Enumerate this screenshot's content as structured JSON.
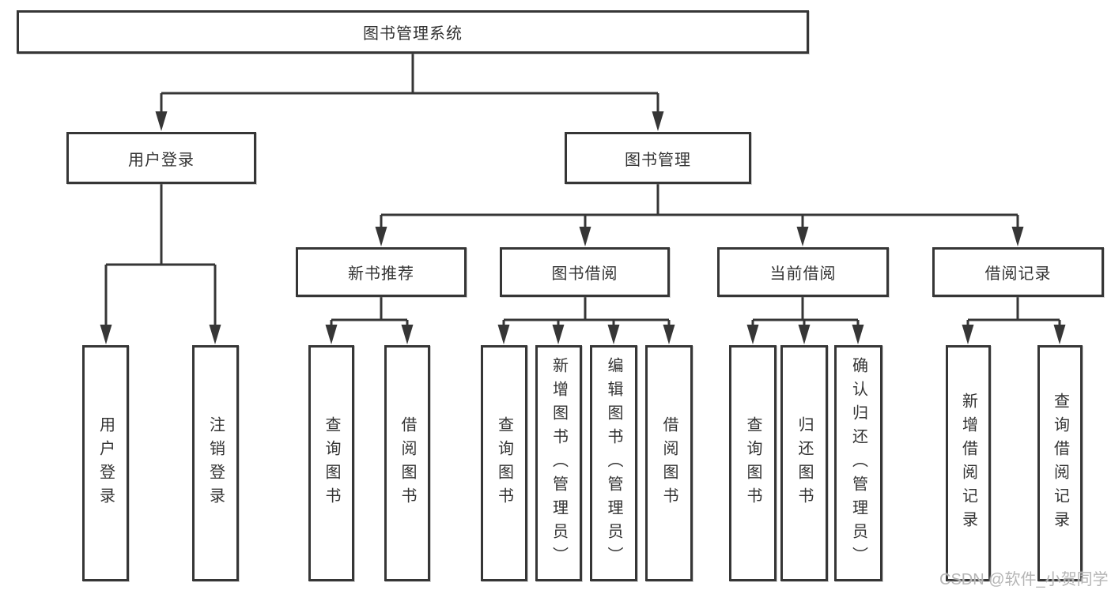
{
  "meta": {
    "watermark": "CSDN @软件_小贺同学"
  },
  "colors": {
    "line": "#363636",
    "text": "#333333",
    "box_background": "#ffffff",
    "watermark": "#b5b5b5",
    "page_background": "#ffffff"
  },
  "tree": {
    "root": {
      "label": "图书管理系统"
    },
    "branches": [
      {
        "label": "用户登录",
        "children": [
          {
            "label": "用户登录"
          },
          {
            "label": "注销登录"
          }
        ]
      },
      {
        "label": "图书管理",
        "children": [
          {
            "label": "新书推荐",
            "children": [
              {
                "label": "查询图书"
              },
              {
                "label": "借阅图书"
              }
            ]
          },
          {
            "label": "图书借阅",
            "children": [
              {
                "label": "查询图书"
              },
              {
                "label": "新增图书（管理员）"
              },
              {
                "label": "编辑图书（管理员）"
              },
              {
                "label": "借阅图书"
              }
            ]
          },
          {
            "label": "当前借阅",
            "children": [
              {
                "label": "查询图书"
              },
              {
                "label": "归还图书"
              },
              {
                "label": "确认归还（管理员）"
              }
            ]
          },
          {
            "label": "借阅记录",
            "children": [
              {
                "label": "新增借阅记录"
              },
              {
                "label": "查询借阅记录"
              }
            ]
          }
        ]
      }
    ]
  }
}
